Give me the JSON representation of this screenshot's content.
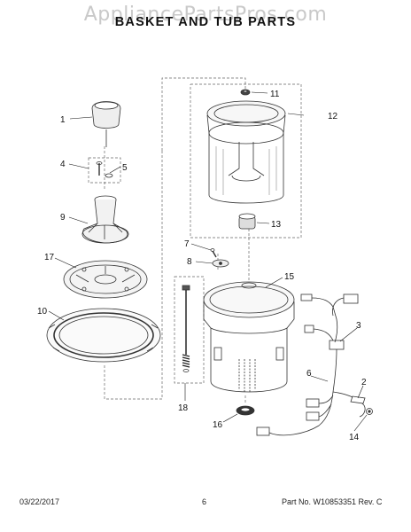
{
  "watermark": "AppliancePartsPros.com",
  "title": "BASKET AND TUB PARTS",
  "callouts": [
    "1",
    "2",
    "3",
    "4",
    "5",
    "6",
    "7",
    "8",
    "9",
    "10",
    "11",
    "12",
    "13",
    "14",
    "15",
    "16",
    "17",
    "18"
  ],
  "footer": {
    "date": "03/22/2017",
    "page": "6",
    "part_info": "Part No.  W10853351  Rev. C"
  }
}
